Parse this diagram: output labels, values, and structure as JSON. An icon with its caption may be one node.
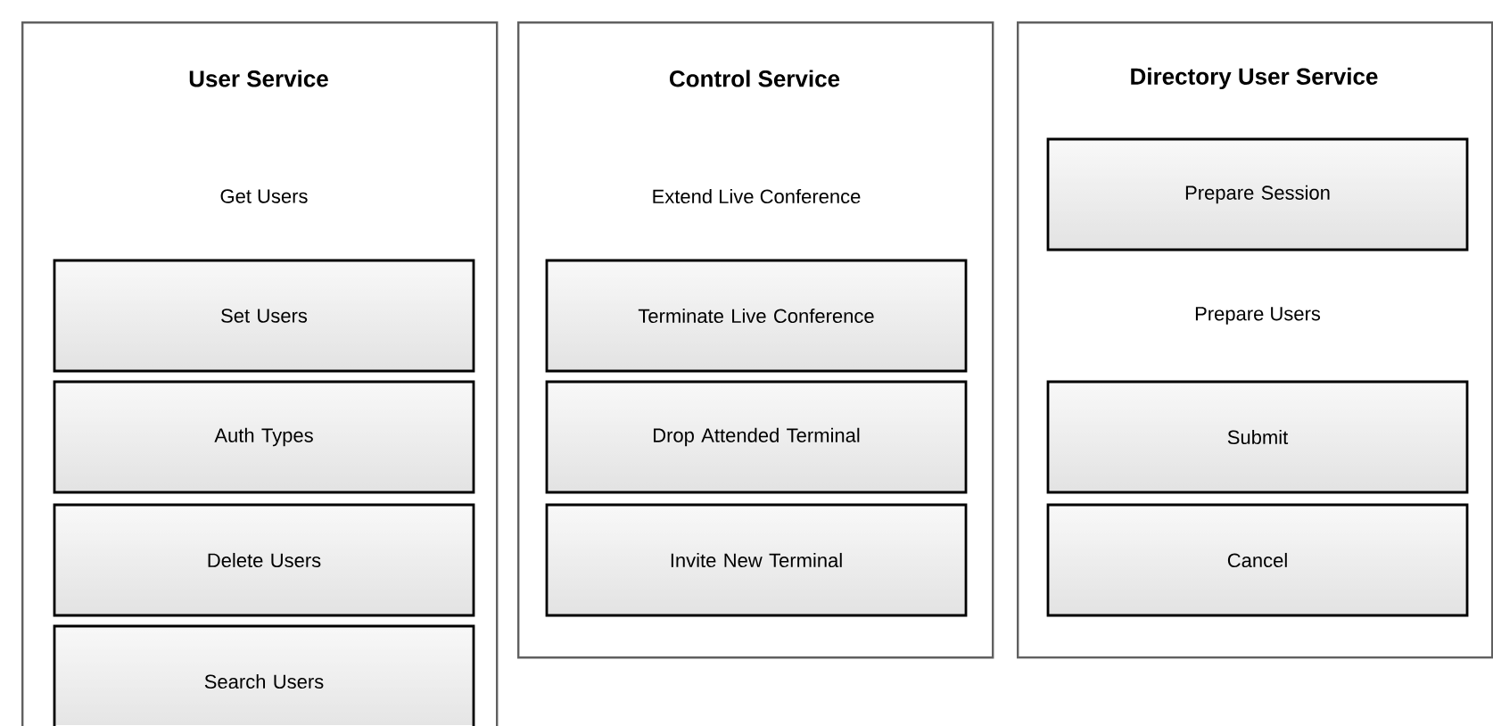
{
  "diagram": {
    "nodes": [
      {
        "text": [
          "User Service"
        ]
      },
      {
        "text": [
          "Set Users"
        ],
        "in": 0
      },
      {
        "text": [
          "Auth Types"
        ],
        "in": 0
      },
      {
        "text": [
          "Delete Users"
        ],
        "in": 0
      },
      {
        "text": [
          "Search Users"
        ],
        "in": 0
      },
      {
        "text": [
          "Control Service"
        ]
      },
      {
        "text": [
          "Terminate Live Conference"
        ],
        "in": 5
      },
      {
        "text": [
          "Drop Attended Terminal"
        ],
        "in": 5
      },
      {
        "text": [
          "Invite New Terminal"
        ],
        "in": 5
      },
      {
        "text": [
          "Directory User Service"
        ]
      },
      {
        "text": [
          "Prepare Session"
        ],
        "in": 9
      },
      {
        "text": [
          "Submit"
        ],
        "in": 9
      },
      {
        "text": [
          "Cancel"
        ],
        "in": 9
      }
    ],
    "labels": [
      "Get Users",
      "Extend Live Conference",
      "Prepare Users"
    ]
  }
}
